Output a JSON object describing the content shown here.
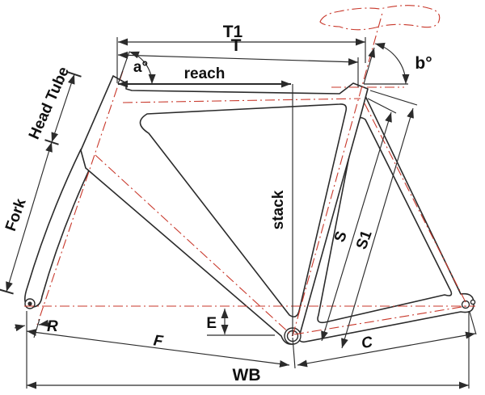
{
  "diagram": {
    "type": "bicycle-frame-geometry",
    "colors": {
      "outline": "#2b2b2b",
      "centerline": "#c8372a",
      "label": "#101010",
      "background": "#ffffff"
    },
    "dimensions": {
      "t1": "T1",
      "t": "T",
      "reach": "reach",
      "stack": "stack",
      "head_angle": "a°",
      "seat_angle": "b°",
      "head_tube": "Head Tube",
      "fork": "Fork",
      "seat_tube": "S",
      "seat_tube_full": "S1",
      "bb_drop": "E",
      "fork_rake": "R",
      "front_center": "F",
      "chainstay": "C",
      "wheelbase": "WB"
    }
  }
}
